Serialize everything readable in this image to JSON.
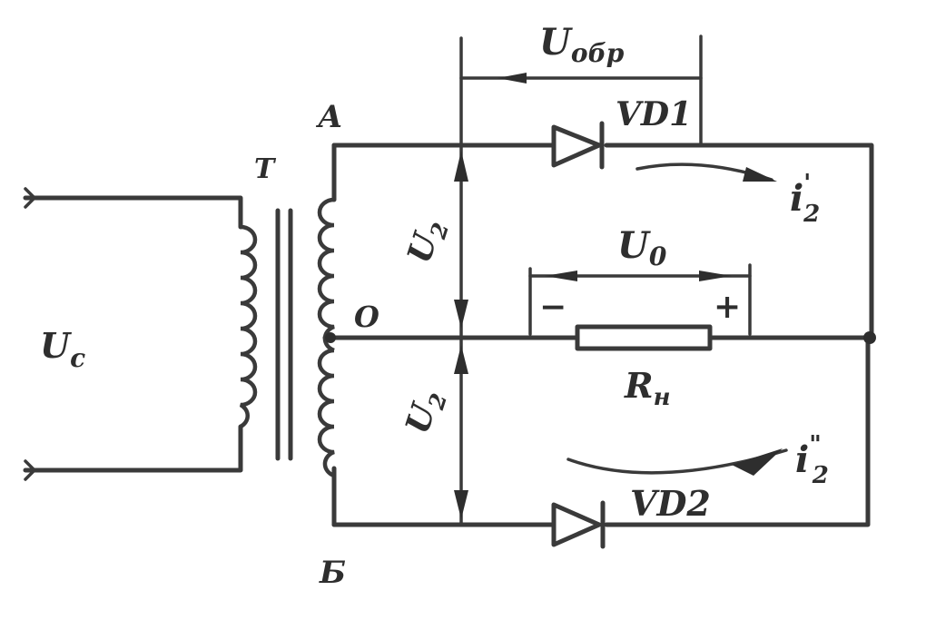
{
  "labels": {
    "input_voltage": {
      "main": "U",
      "sub": "c"
    },
    "transformer": "T",
    "node_a": "А",
    "node_b": "Б",
    "node_o": "O",
    "u2_top": {
      "main": "U",
      "sub": "2"
    },
    "u2_bottom": {
      "main": "U",
      "sub": "2"
    },
    "u_reverse": {
      "main": "U",
      "sub": "обр"
    },
    "vd1": "VD1",
    "vd2": "VD2",
    "current_top": {
      "main": "i",
      "sup": "'",
      "sub": "2"
    },
    "current_bottom": {
      "main": "i",
      "sup": "\"",
      "sub": "2"
    },
    "u0": {
      "main": "U",
      "sub": "0"
    },
    "minus": "−",
    "plus": "+",
    "load": {
      "main": "R",
      "sub": "н"
    }
  },
  "colors": {
    "ink": "#3a3a3a",
    "background": "#ffffff"
  }
}
